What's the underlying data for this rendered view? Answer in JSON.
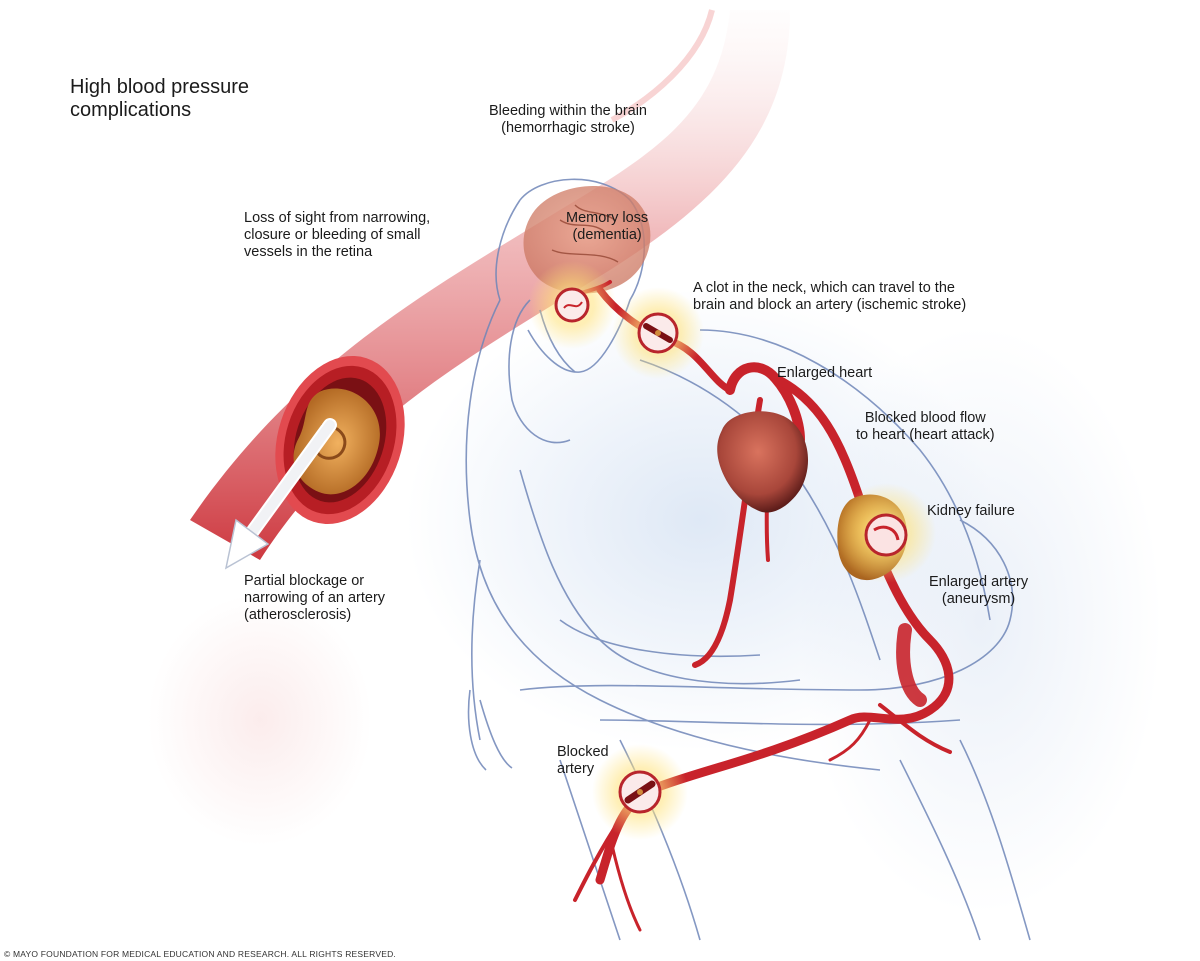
{
  "title": {
    "line1": "High blood pressure",
    "line2": "complications"
  },
  "labels": {
    "hemorrhagic_stroke": {
      "line1": "Bleeding within the brain",
      "line2": "(hemorrhagic stroke)"
    },
    "retina": {
      "line1": "Loss of sight from narrowing,",
      "line2": "closure or bleeding of small",
      "line3": "vessels in the retina"
    },
    "dementia": {
      "line1": "Memory loss",
      "line2": "(dementia)"
    },
    "ischemic_stroke": {
      "line1": "A clot in the neck, which can travel to the",
      "line2": "brain and block an artery (ischemic stroke)"
    },
    "enlarged_heart": {
      "line1": "Enlarged heart"
    },
    "heart_attack": {
      "line1": "Blocked blood flow",
      "line2": "to heart (heart attack)"
    },
    "kidney_failure": {
      "line1": "Kidney failure"
    },
    "aneurysm": {
      "line1": "Enlarged artery",
      "line2": "(aneurysm)"
    },
    "atherosclerosis": {
      "line1": "Partial blockage or",
      "line2": "narrowing of an artery",
      "line3": "(atherosclerosis)"
    },
    "blocked_artery": {
      "line1": "Blocked",
      "line2": "artery"
    }
  },
  "copyright": "© MAYO FOUNDATION FOR MEDICAL EDUCATION AND RESEARCH. ALL RIGHTS RESERVED.",
  "colors": {
    "artery": "#c8232b",
    "artery_dark": "#8e1418",
    "plaque": "#d08a3a",
    "sketch": "#6f86b8",
    "glow": "#ffe88a"
  }
}
